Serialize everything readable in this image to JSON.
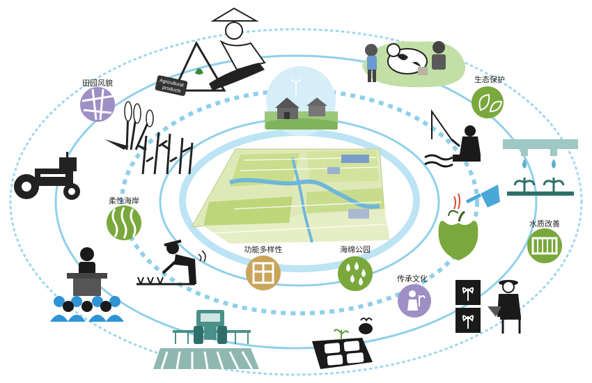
{
  "badges": {
    "rural_scenery": "田园风貌",
    "eco_protection": "生态保护",
    "flexible_shore": "柔性海岸",
    "multifunction": "功能多样性",
    "sponge_park": "海绵公园",
    "water_quality": "水质改善",
    "culture_heritage": "传承文化"
  },
  "sign": {
    "line1": "Agricultural",
    "line2": "products"
  },
  "colors": {
    "ring": "#8fd0ea",
    "ring_dotted": "#9fd6ee",
    "purple": "#9e8fc4",
    "green": "#7aa83c",
    "gold": "#c9a45a",
    "black": "#1a1a1a",
    "teal": "#4b8f8a",
    "blue": "#2f93d6"
  }
}
